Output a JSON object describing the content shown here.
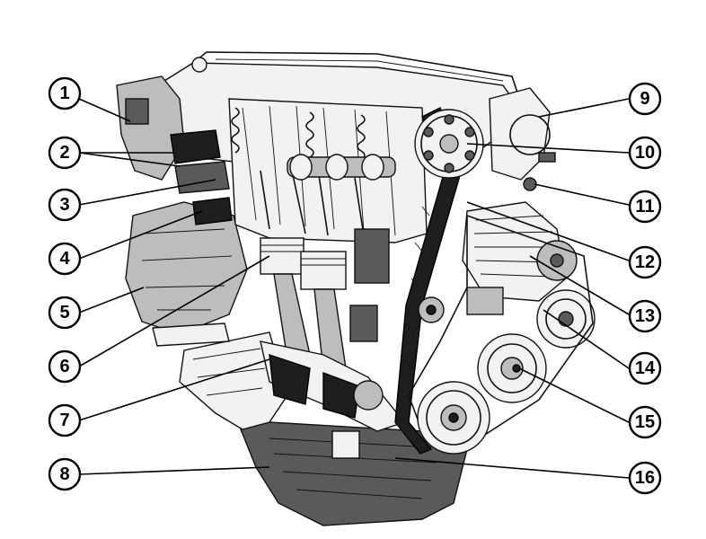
{
  "callouts_left": [
    {
      "id": "1",
      "label": "1"
    },
    {
      "id": "2",
      "label": "2"
    },
    {
      "id": "3",
      "label": "3"
    },
    {
      "id": "4",
      "label": "4"
    },
    {
      "id": "5",
      "label": "5"
    },
    {
      "id": "6",
      "label": "6"
    },
    {
      "id": "7",
      "label": "7"
    },
    {
      "id": "8",
      "label": "8"
    }
  ],
  "callouts_right": [
    {
      "id": "9",
      "label": "9"
    },
    {
      "id": "10",
      "label": "10"
    },
    {
      "id": "11",
      "label": "11"
    },
    {
      "id": "12",
      "label": "12"
    },
    {
      "id": "13",
      "label": "13"
    },
    {
      "id": "14",
      "label": "14"
    },
    {
      "id": "15",
      "label": "15"
    },
    {
      "id": "16",
      "label": "16"
    }
  ]
}
